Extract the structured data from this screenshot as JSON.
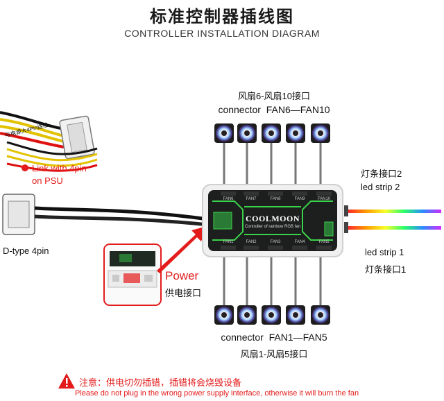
{
  "header": {
    "title_cn": "标准控制器插线图",
    "title_en": "CONTROLLER INSTALLATION DIAGRAM"
  },
  "top_connector": {
    "label_cn": "风扇6-风扇10接口",
    "label_en": "connector  FAN6—FAN10"
  },
  "bottom_connector": {
    "label_en": "connector  FAN1—FAN5",
    "label_cn": "风扇1-风扇5接口"
  },
  "psu": {
    "cable_tag": "与电源大4Pin连接",
    "link_label": "Link with 4pin on PSU",
    "dtype_label": "D-type 4pin"
  },
  "power": {
    "label_en": "Power",
    "label_cn": "供电接口"
  },
  "led_strip_2": {
    "label_cn": "灯条接口2",
    "label_en": "led strip 2"
  },
  "led_strip_1": {
    "label_en": "led strip 1",
    "label_cn": "灯条接口1"
  },
  "controller": {
    "brand": "COOLMOON",
    "subtitle": "Controller of rainbow RGB fan",
    "top_ports": [
      "FAN6",
      "FAN7",
      "FAN8",
      "FAN9",
      "FAN10"
    ],
    "bottom_ports": [
      "FAN1",
      "FAN2",
      "FAN3",
      "FAN4",
      "FAN5"
    ]
  },
  "warning": {
    "icon": "warning-triangle-icon",
    "text_cn": "注意：供电切勿插错，插错将会烧毁设备",
    "text_en": "Please do not plug in the wrong power supply interface, otherwise it will burn the fan"
  },
  "colors": {
    "accent_red": "#e41b1b",
    "controller_body": "#1c1f1d",
    "controller_green": "#3cd14a"
  }
}
